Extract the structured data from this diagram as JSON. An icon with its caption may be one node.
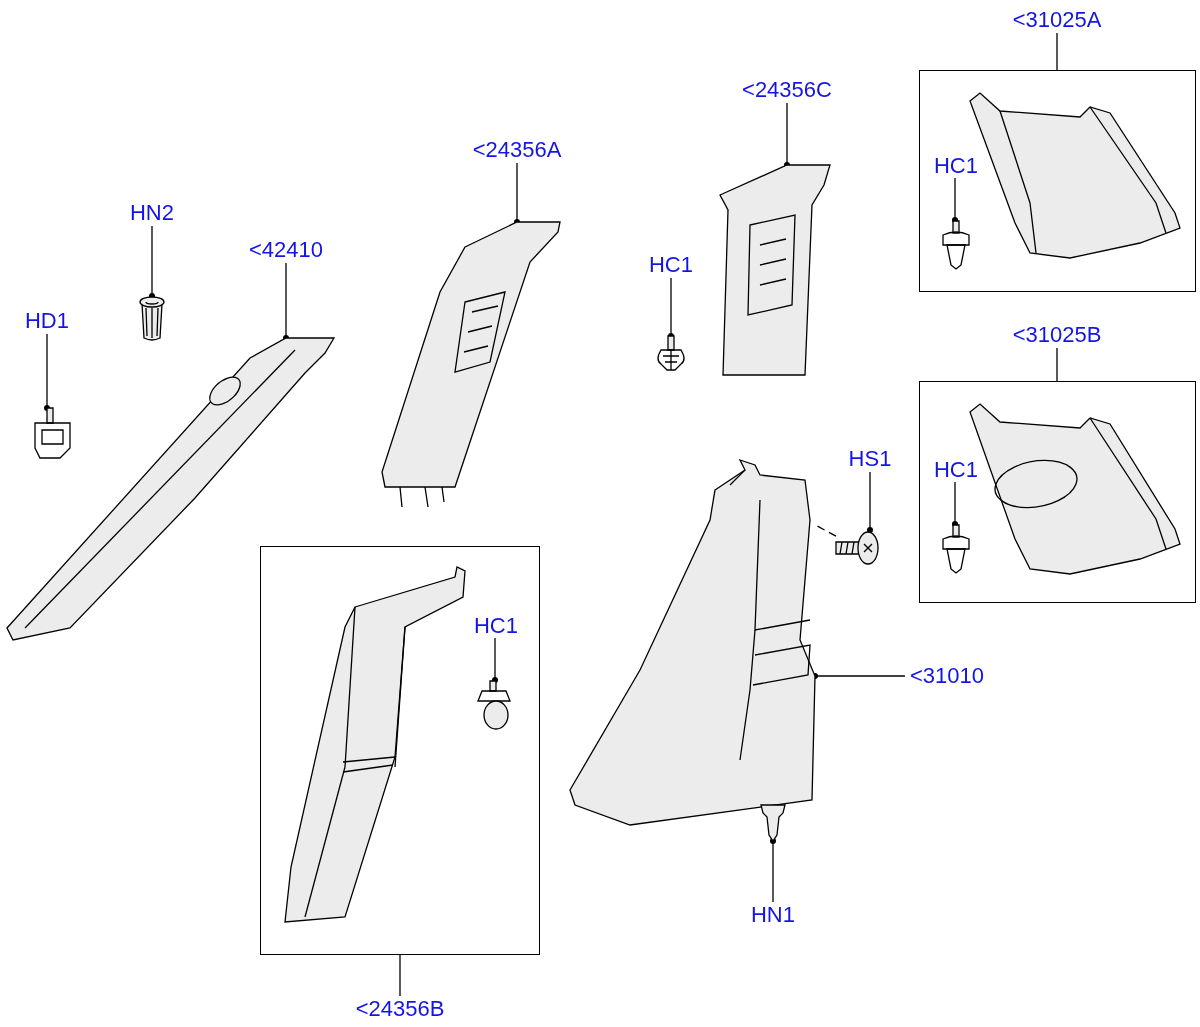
{
  "diagram": {
    "nodes": [
      {
        "text": [
          "HD1"
        ]
      },
      {
        "text": [],
        "shape": "picture"
      },
      {
        "text": [
          "HN2"
        ]
      },
      {
        "text": [],
        "shape": "picture"
      },
      {
        "text": [
          "<42410"
        ]
      },
      {
        "text": [],
        "shape": "picture"
      },
      {
        "text": [
          "<24356A"
        ]
      },
      {
        "text": [],
        "shape": "picture"
      },
      {
        "text": [
          "<24356C"
        ]
      },
      {
        "text": [],
        "shape": "picture"
      },
      {
        "text": [
          "HC1"
        ]
      },
      {
        "text": [],
        "shape": "picture"
      },
      {
        "text": [
          "<31025A"
        ]
      },
      {
        "text": [],
        "shape": "box"
      },
      {
        "text": [
          "HC1"
        ],
        "in": 13
      },
      {
        "text": [],
        "shape": "picture",
        "in": 13
      },
      {
        "text": [
          "<31025B"
        ]
      },
      {
        "text": [],
        "shape": "box"
      },
      {
        "text": [
          "HC1"
        ],
        "in": 17
      },
      {
        "text": [],
        "shape": "picture",
        "in": 17
      },
      {
        "text": [
          "HS1"
        ]
      },
      {
        "text": [],
        "shape": "picture"
      },
      {
        "text": [
          "<31010"
        ]
      },
      {
        "text": [],
        "shape": "picture"
      },
      {
        "text": [
          "HN1"
        ]
      },
      {
        "text": [],
        "shape": "picture"
      },
      {
        "text": [],
        "shape": "box"
      },
      {
        "text": [
          "HC1"
        ],
        "in": 26
      },
      {
        "text": [],
        "shape": "picture",
        "in": 26
      },
      {
        "text": [
          "<24356B"
        ]
      }
    ],
    "edges": [
      {
        "from": 0,
        "to": 1,
        "arrow": "other"
      },
      {
        "from": 2,
        "to": 3,
        "arrow": "other"
      },
      {
        "from": 4,
        "to": 5,
        "arrow": "other"
      },
      {
        "from": 6,
        "to": 7,
        "arrow": "other"
      },
      {
        "from": 8,
        "to": 9,
        "arrow": "other"
      },
      {
        "from": 10,
        "to": 11,
        "arrow": "other"
      },
      {
        "from": 12,
        "to": 13,
        "arrow": "none"
      },
      {
        "from": 14,
        "to": 15,
        "arrow": "other"
      },
      {
        "from": 16,
        "to": 17,
        "arrow": "none"
      },
      {
        "from": 18,
        "to": 19,
        "arrow": "other"
      },
      {
        "from": 20,
        "to": 21,
        "arrow": "other"
      },
      {
        "from": 21,
        "to": 23,
        "arrow": "none",
        "style": "dashed"
      },
      {
        "from": 22,
        "to": 23,
        "arrow": "other"
      },
      {
        "from": 24,
        "to": 25,
        "arrow": "other"
      },
      {
        "from": 27,
        "to": 28,
        "arrow": "other"
      },
      {
        "from": 29,
        "to": 26,
        "arrow": "none"
      }
    ]
  }
}
